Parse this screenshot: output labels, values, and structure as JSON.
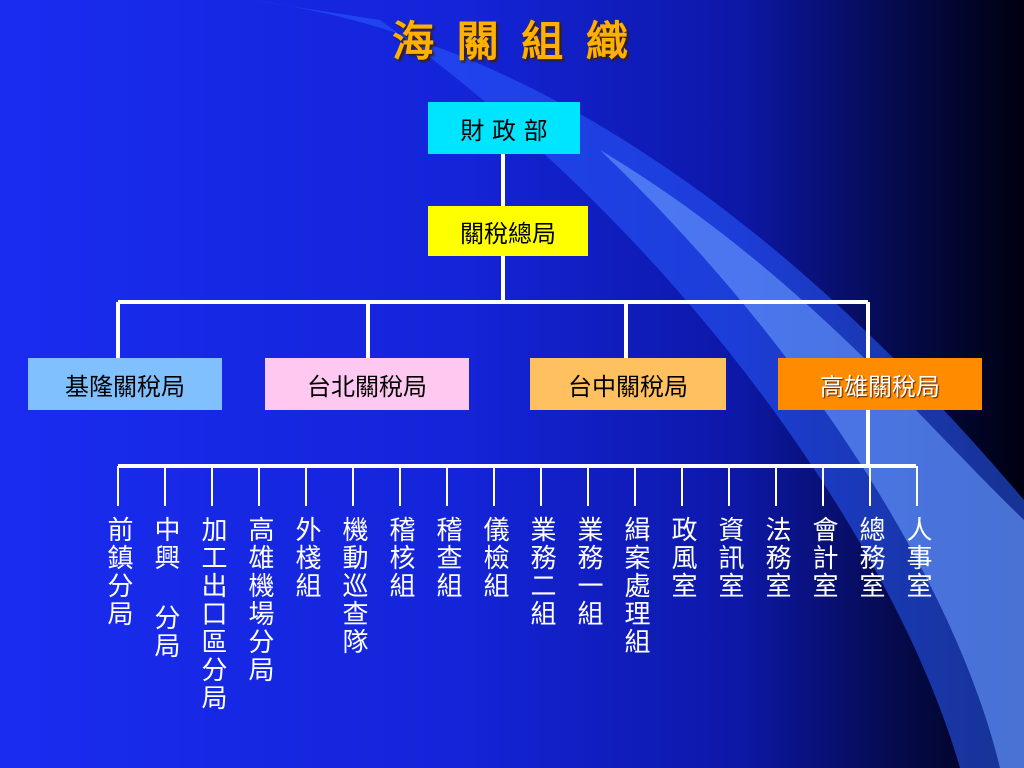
{
  "title": "海 關 組 織",
  "top": {
    "label": "財 政 部",
    "color": "#00e5ff"
  },
  "hq": {
    "label": "關稅總局",
    "color": "#ffff00"
  },
  "bureaus": [
    {
      "label": "基隆關稅局",
      "color": "#80c0ff"
    },
    {
      "label": "台北關稅局",
      "color": "#ffc8f0"
    },
    {
      "label": "台中關稅局",
      "color": "#ffc060"
    },
    {
      "label": "高雄關稅局",
      "color": "#ff8c00"
    }
  ],
  "units": [
    "前鎮分局",
    "中興 分局",
    "加工出口區分局",
    "高雄機場分局",
    "外棧組",
    "機動巡查隊",
    "稽核組",
    "稽查組",
    "儀檢組",
    "業務二組",
    "業務一組",
    "緝案處理組",
    "政風室",
    "資訊室",
    "法務室",
    "會計室",
    "總務室",
    "人事室"
  ]
}
